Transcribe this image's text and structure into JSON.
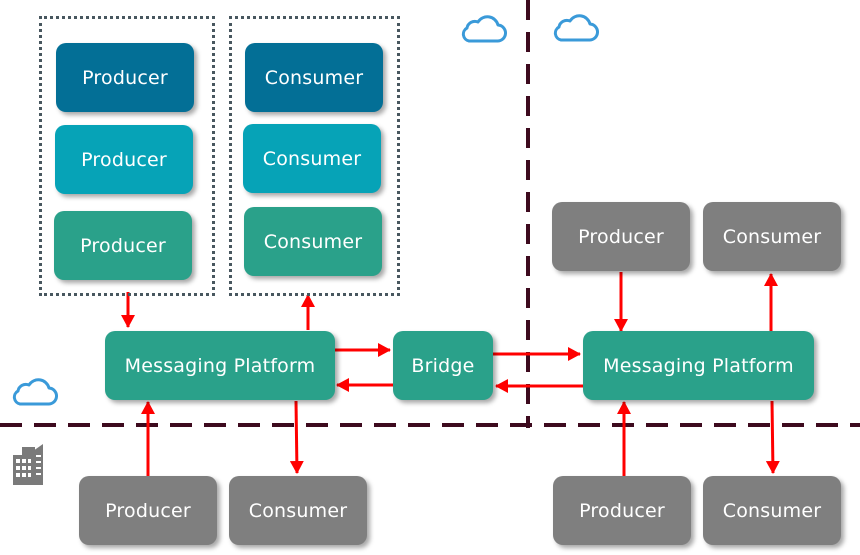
{
  "colors": {
    "producer_consumer_dark": "#036f96",
    "producer_consumer_cyan": "#06a3b7",
    "platform_teal": "#2aa18a",
    "onprem_gray": "#7f7f7f",
    "arrow_red": "#ff0000",
    "boundary_line": "#3d0a1e",
    "cloud_icon": "#3a9ad9",
    "group_border": "#48575f"
  },
  "cloud_a": {
    "producer_group": [
      "Producer",
      "Producer",
      "Producer"
    ],
    "consumer_group": [
      "Consumer",
      "Consumer",
      "Consumer"
    ],
    "platform": "Messaging Platform"
  },
  "bridge": "Bridge",
  "cloud_b": {
    "producer": "Producer",
    "consumer": "Consumer",
    "platform": "Messaging Platform",
    "onprem_producer": "Producer",
    "onprem_consumer": "Consumer"
  },
  "onprem_a": {
    "producer": "Producer",
    "consumer": "Consumer"
  },
  "icons": [
    "cloud-icon",
    "cloud-icon",
    "cloud-icon",
    "building-icon"
  ]
}
